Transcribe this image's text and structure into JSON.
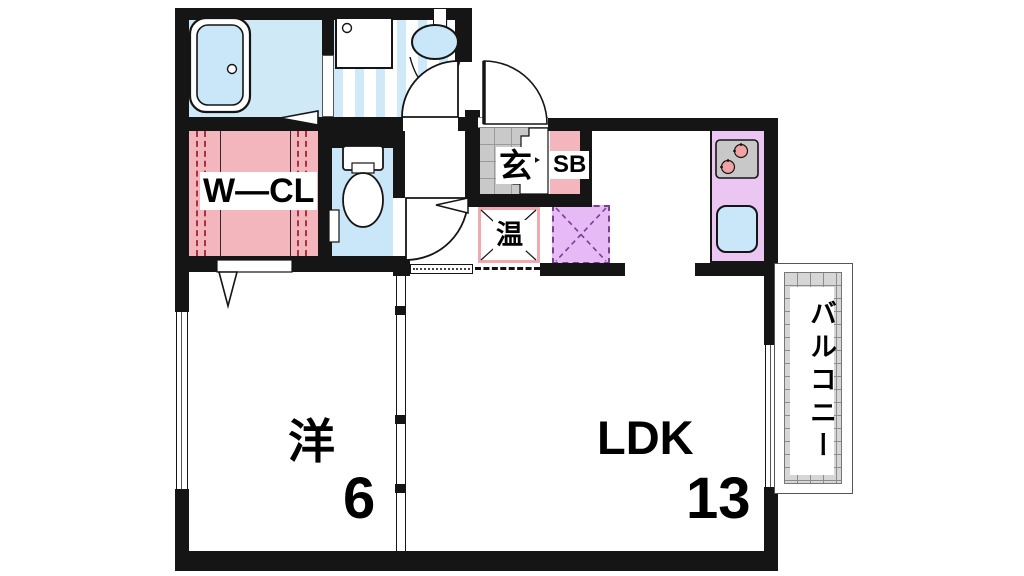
{
  "title": "1LDK apartment floor plan",
  "labels": {
    "walk_in_closet": "W—CL",
    "entrance": "玄",
    "shoe_box": "SB",
    "water_heater": "温",
    "western_room": "洋",
    "western_room_size": "6",
    "ldk": "LDK",
    "ldk_size": "13",
    "balcony": "バルコニー"
  },
  "rooms": [
    {
      "name": "bathroom"
    },
    {
      "name": "washroom"
    },
    {
      "name": "toilet"
    },
    {
      "name": "walk-in-closet",
      "label": "W—CL"
    },
    {
      "name": "entrance",
      "label": "玄"
    },
    {
      "name": "shoe-box",
      "label": "SB"
    },
    {
      "name": "water-heater",
      "label": "温"
    },
    {
      "name": "western-room",
      "label": "洋",
      "size_tatami": "6"
    },
    {
      "name": "ldk",
      "label": "LDK",
      "size_tatami": "13"
    },
    {
      "name": "balcony",
      "label": "バルコニー"
    }
  ],
  "colors": {
    "wall": "#151515",
    "floor_tan": "#edc892",
    "floor_cream": "#fbf3c9",
    "floor_line": "#52452a",
    "water_blue": "#c9e7f8",
    "closet_pink": "#f4b6bd",
    "shoebox_pink": "#f4b6bd",
    "kitchen_purple": "#ecc6f2",
    "fridge_purple": "#e6baf5",
    "heater_border_pink": "#f0a9b0",
    "genkan_tile_gray": "#c9c9c9",
    "balcony_tile_gray": "#d6d6d6",
    "burner_pink": "#f2a2a2"
  }
}
